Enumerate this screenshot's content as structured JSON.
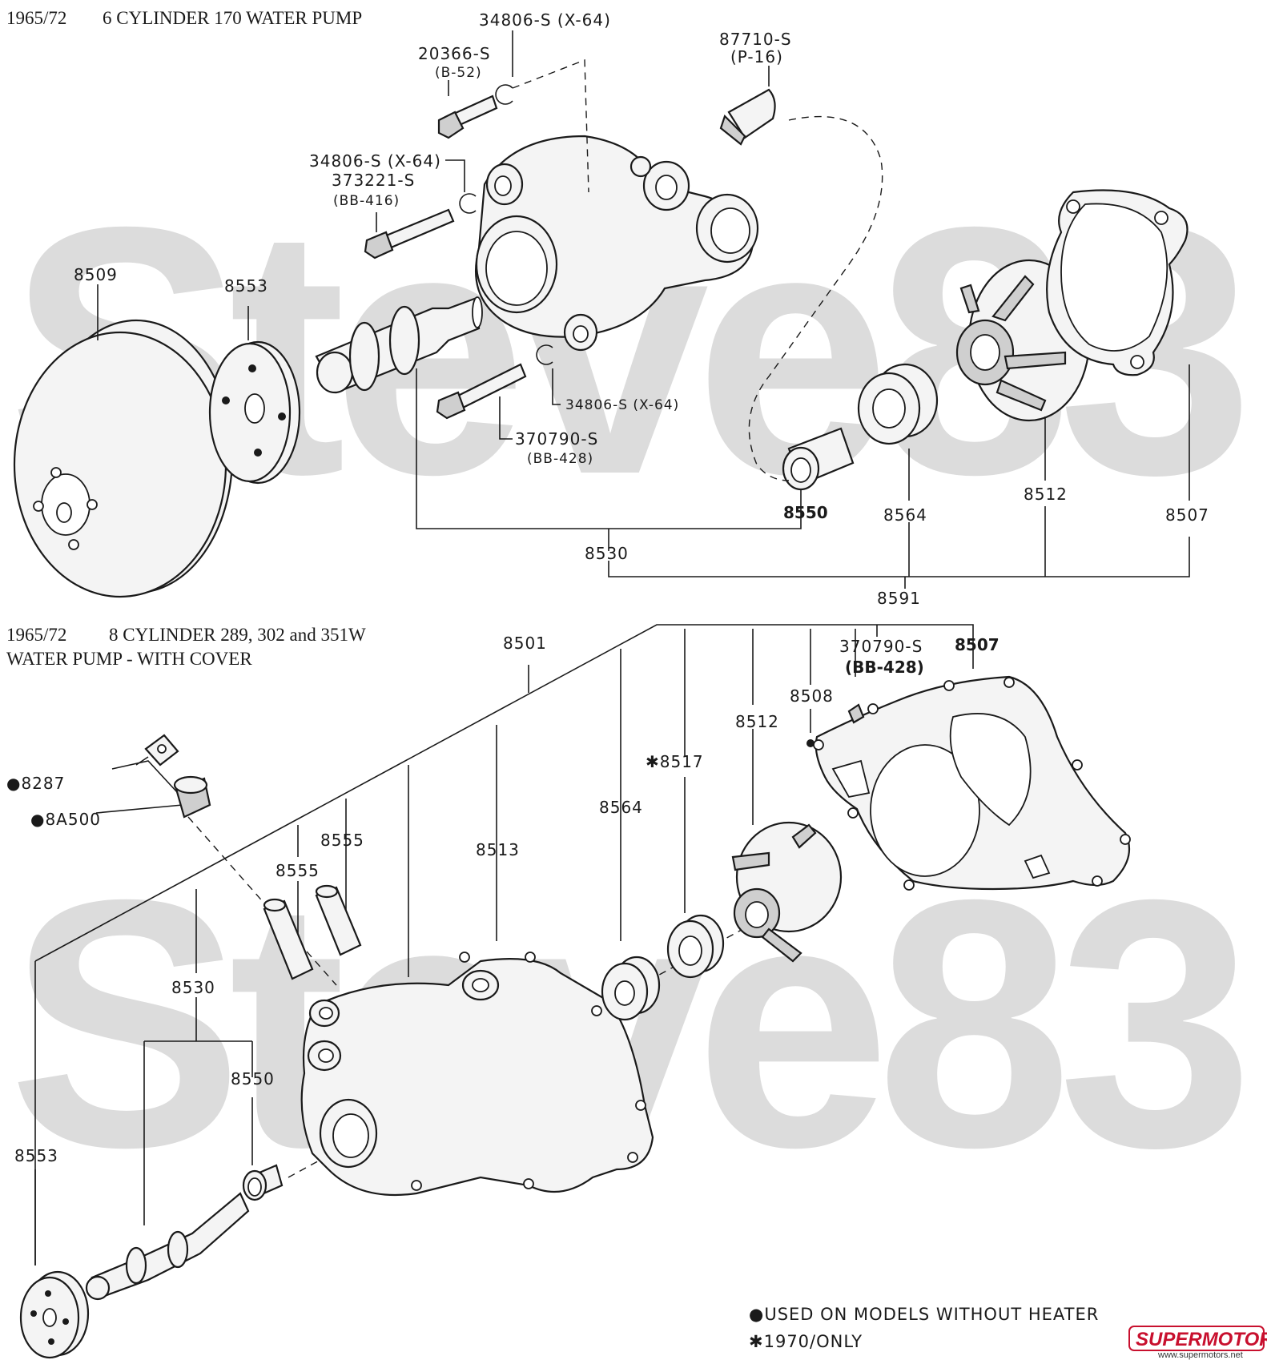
{
  "watermark": {
    "text": "Steve83"
  },
  "top_section": {
    "title_year": "1965/72",
    "title_text": "6 CYLINDER 170 WATER PUMP",
    "labels": {
      "l34806_a": "34806-S (X-64)",
      "l20366": "20366-S",
      "lB52": "(B-52)",
      "l87710": "87710-S",
      "lP16": "(P-16)",
      "l34806_b": "34806-S (X-64)",
      "l373221": "373221-S",
      "lBB416": "(BB-416)",
      "l8509": "8509",
      "l8553": "8553",
      "l34806_c": "34806-S (X-64)",
      "l370790": "370790-S",
      "lBB428": "(BB-428)",
      "l8550": "8550",
      "l8564": "8564",
      "l8512": "8512",
      "l8507": "8507",
      "l8530": "8530",
      "l8591": "8591"
    }
  },
  "bottom_section": {
    "title_line1_year": "1965/72",
    "title_line1_text": "8 CYLINDER 289, 302 and 351W",
    "title_line2": "WATER PUMP - WITH COVER",
    "labels": {
      "l8501": "8501",
      "l370790": "370790-S",
      "lBB428": "(BB-428)",
      "l8507": "8507",
      "l8508": "8508",
      "l8512": "8512",
      "l8517": "✱8517",
      "l8287": "●8287",
      "l8A500": "●8A500",
      "l8564": "8564",
      "l8555_a": "8555",
      "l8555_b": "8555",
      "l8513": "8513",
      "l8530": "8530",
      "l8550": "8550",
      "l8553": "8553"
    },
    "notes": {
      "heater": "●USED ON MODELS WITHOUT HEATER",
      "year": "✱1970/ONLY"
    }
  },
  "branding": {
    "name": "SUPERMOTORS",
    "url": "www.supermotors.net",
    "color": "#c8102e"
  }
}
